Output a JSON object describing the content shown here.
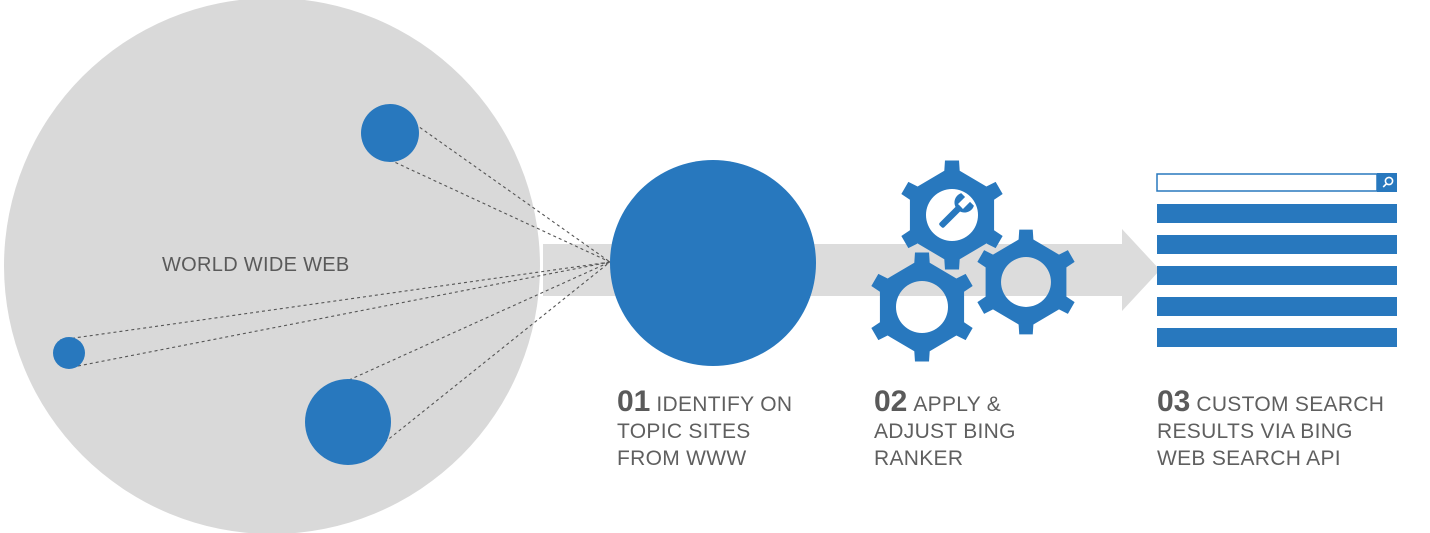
{
  "world": {
    "label": "WORLD WIDE WEB"
  },
  "steps": [
    {
      "number": "01",
      "lines": [
        "IDENTIFY ON",
        "TOPIC SITES",
        "FROM WWW"
      ]
    },
    {
      "number": "02",
      "lines": [
        "APPLY &",
        "ADJUST BING",
        "RANKER"
      ]
    },
    {
      "number": "03",
      "lines": [
        "CUSTOM SEARCH",
        "RESULTS VIA BING",
        "WEB SEARCH API"
      ]
    }
  ],
  "colors": {
    "accent": "#2878be",
    "globe": "#d9d9d9",
    "arrow": "#dcdcdc",
    "text": "#5f5f5f"
  },
  "icons": {
    "gear": "gear-icon",
    "wrench": "wrench-icon",
    "search": "search-icon"
  }
}
